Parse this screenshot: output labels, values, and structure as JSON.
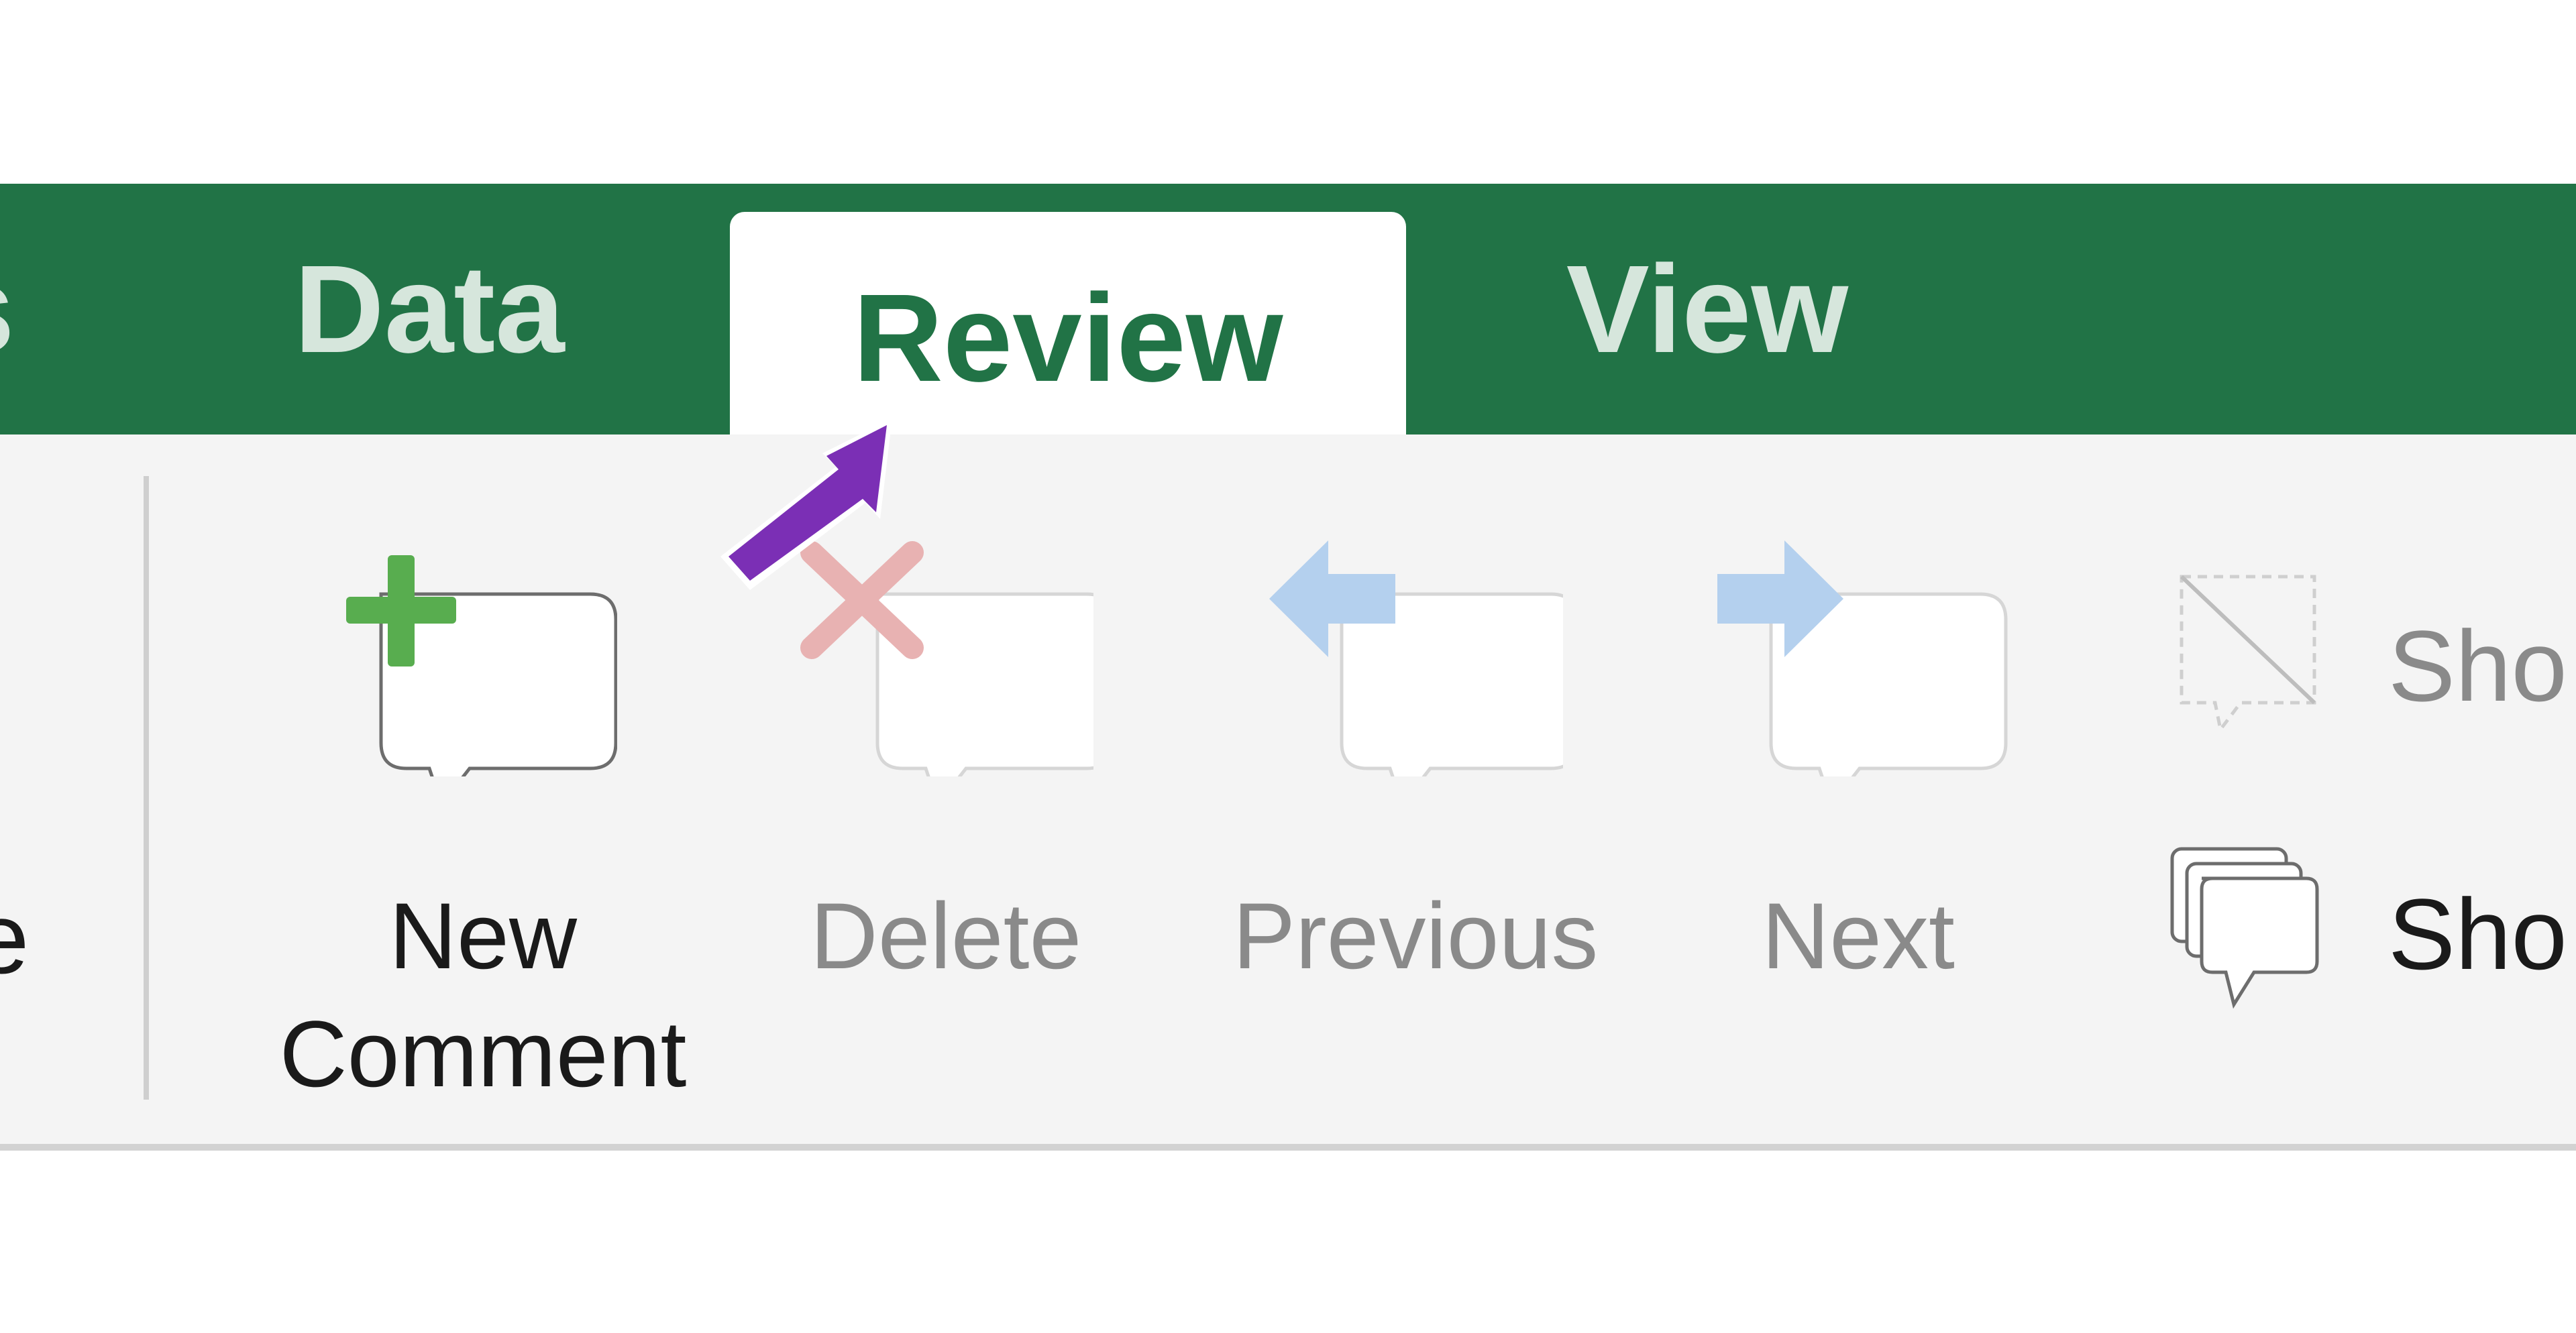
{
  "tabs": [
    {
      "label": "s",
      "active": false
    },
    {
      "label": "Data",
      "active": false
    },
    {
      "label": "Review",
      "active": true
    },
    {
      "label": "View",
      "active": false
    }
  ],
  "ribbon": {
    "partial_left_label": "e",
    "buttons": [
      {
        "label": "New\nComment",
        "enabled": true,
        "icon": "new-comment-icon"
      },
      {
        "label": "Delete",
        "enabled": false,
        "icon": "delete-comment-icon"
      },
      {
        "label": "Previous",
        "enabled": false,
        "icon": "previous-comment-icon"
      },
      {
        "label": "Next",
        "enabled": false,
        "icon": "next-comment-icon"
      }
    ],
    "show_ink_label": "Sho",
    "show_comments_label": "Sho"
  },
  "colors": {
    "accent_green": "#217346",
    "pointer_arrow": "#7b2fb5"
  }
}
